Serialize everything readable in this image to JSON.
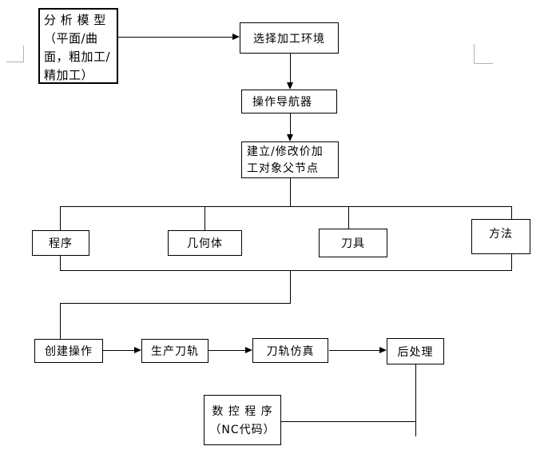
{
  "diagram_title": "NC machining workflow flowchart",
  "colors": {
    "line": "#000000",
    "border": "#000000",
    "background": "#ffffff",
    "margin_mark": "#b3b3b3"
  },
  "nodes": {
    "analyze": {
      "label": "分析模型（平面/曲面，粗加工/精加工）",
      "lines": [
        "分 析 模 型",
        "（平面/曲",
        "面，粗加工/",
        "精加工）"
      ]
    },
    "select_env": {
      "label": "选择加工环境"
    },
    "navigator": {
      "label": "操作导航器"
    },
    "create_parent": {
      "label": "建立/修改价加工对象父节点",
      "lines": [
        "建立/修改价加",
        "工对象父节点"
      ]
    },
    "program": {
      "label": "程序"
    },
    "geometry": {
      "label": "几何体"
    },
    "tool": {
      "label": "刀具"
    },
    "method": {
      "label": "方法"
    },
    "create_op": {
      "label": "创建操作"
    },
    "gen_toolpath": {
      "label": "生产刀轨"
    },
    "sim_toolpath": {
      "label": "刀轨仿真"
    },
    "postprocess": {
      "label": "后处理"
    },
    "nc_program": {
      "label": "数控程序（NC代码）",
      "lines": [
        "数 控 程 序",
        "（NC代码）"
      ]
    }
  }
}
